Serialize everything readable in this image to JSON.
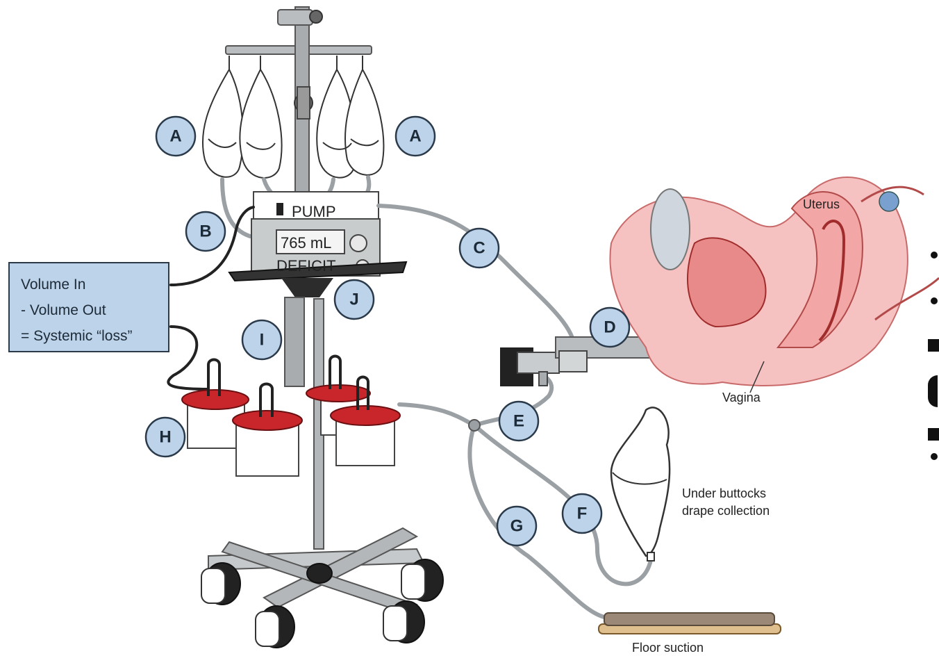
{
  "formula_box": {
    "line1": "Volume In",
    "line2": "- Volume Out",
    "line3": "= Systemic “loss”"
  },
  "pump": {
    "label": "PUMP",
    "readout": "765 mL",
    "deficit_label": "DEFICIT"
  },
  "markers": {
    "a_left": "A",
    "a_right": "A",
    "b": "B",
    "c": "C",
    "d": "D",
    "e": "E",
    "f": "F",
    "g": "G",
    "h": "H",
    "i": "I",
    "j": "J"
  },
  "anatomy": {
    "uterus": "Uterus",
    "vagina": "Vagina"
  },
  "captions": {
    "drape_line1": "Under buttocks",
    "drape_line2": "drape collection",
    "floor": "Floor suction"
  },
  "colors": {
    "label_fill": "#bcd3ea",
    "canister_lid": "#c8262b",
    "tissue": "#f2a6a6"
  }
}
